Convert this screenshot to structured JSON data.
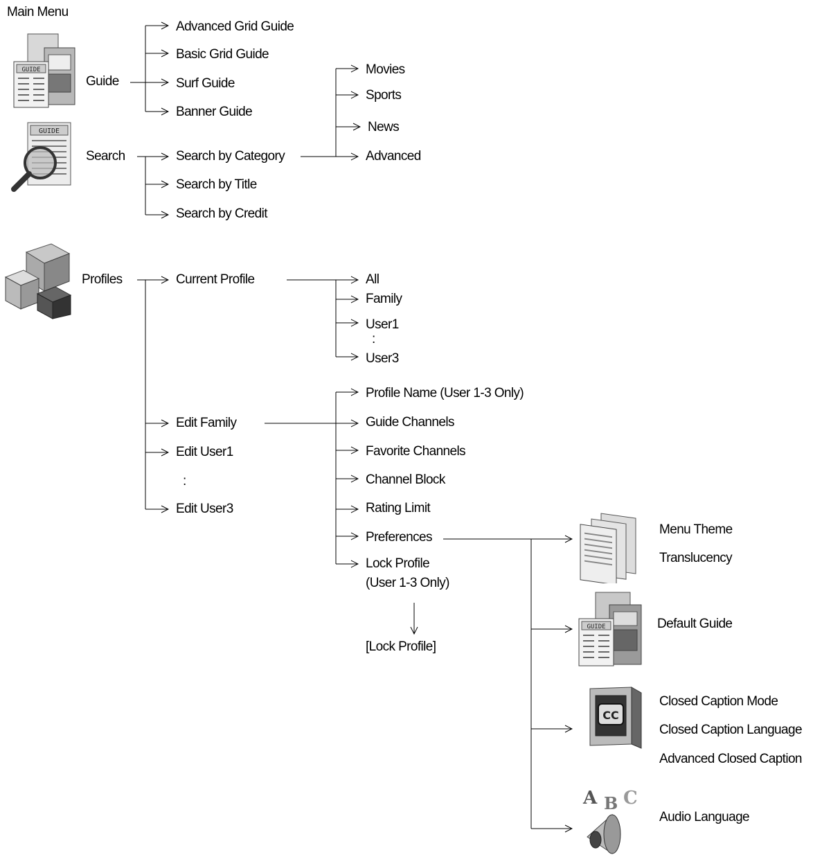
{
  "title": "Main Menu",
  "icons": {
    "guide": "guide-newspaper-icon",
    "search": "search-magnifier-icon",
    "profiles": "profiles-chairs-icon",
    "menu_theme": "menu-theme-pages-icon",
    "default_guide": "default-guide-icon",
    "closed_caption": "closed-caption-cc-icon",
    "audio_language": "audio-language-abc-icon"
  },
  "menu": {
    "guide": "Guide",
    "search": "Search",
    "profiles": "Profiles"
  },
  "guide_items": [
    "Advanced Grid Guide",
    "Basic Grid Guide",
    "Surf Guide",
    "Banner Guide"
  ],
  "search_items": [
    "Search by Category",
    "Search by Title",
    "Search by Credit"
  ],
  "category_items": [
    "Movies",
    "Sports",
    "News",
    "Advanced"
  ],
  "profile_items": {
    "current": "Current Profile",
    "edit_family": "Edit Family",
    "edit_user1": "Edit User1",
    "ellipsis": ":",
    "edit_user3": "Edit User3"
  },
  "current_profile_items": [
    "All",
    "Family",
    "User1",
    ":",
    "User3"
  ],
  "edit_items": [
    "Profile Name (User 1-3  Only)",
    "Guide Channels",
    "Favorite Channels",
    "Channel Block",
    "Rating Limit",
    "Preferences",
    "Lock Profile",
    "(User 1-3 Only)"
  ],
  "lock_profile_result": "[Lock Profile]",
  "preferences": {
    "theme": [
      "Menu Theme",
      "Translucency"
    ],
    "guide": [
      "Default Guide"
    ],
    "caption": [
      "Closed Caption Mode",
      "Closed Caption Language",
      "Advanced Closed Caption"
    ],
    "audio": [
      "Audio Language"
    ]
  }
}
